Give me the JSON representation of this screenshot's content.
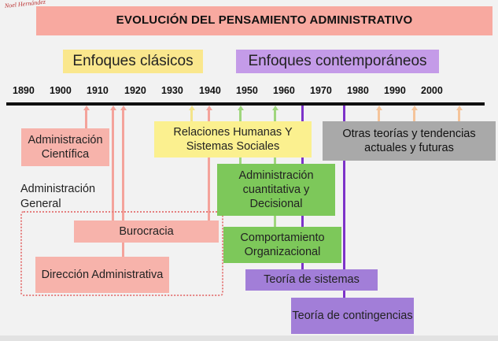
{
  "logo_text": "Noel Hernández",
  "title": "EVOLUCIÓN DEL PENSAMIENTO ADMINISTRATIVO",
  "headers": {
    "clasicos": "Enfoques clásicos",
    "contemporaneos": "Enfoques contemporáneos"
  },
  "years": [
    "1890",
    "1900",
    "1910",
    "1920",
    "1930",
    "1940",
    "1950",
    "1960",
    "1970",
    "1980",
    "1990",
    "2000"
  ],
  "boxes": {
    "cientifica": "Administración Científica",
    "general": "Administración General",
    "burocracia": "Burocracia",
    "direccion": "Dirección Administrativa",
    "relaciones": "Relaciones Humanas Y Sistemas Sociales",
    "otras": "Otras teorías y tendencias actuales  y futuras",
    "cuantitativa": "Administración cuantitativa y Decisional",
    "comportamiento": "Comportamiento Organizacional",
    "sistemas": "Teoría de sistemas",
    "contingencias": "Teoría de contingencias"
  },
  "colors": {
    "classical": "#f4a39b",
    "human_relations": "#f3e48a",
    "quantitative": "#7dc85a",
    "systems": "#7d33c9",
    "contemporary": "#f5c49a",
    "other": "#a9a9a9"
  }
}
